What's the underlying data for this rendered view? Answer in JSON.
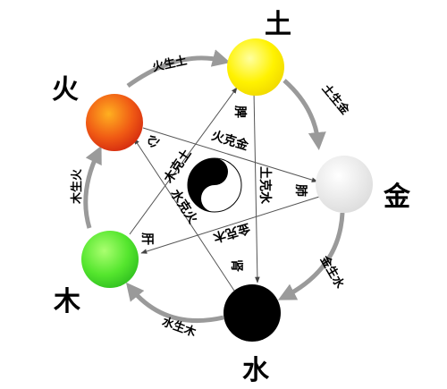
{
  "elements": {
    "fire": {
      "name": "火",
      "organ": "心",
      "color": "#e8401a"
    },
    "earth": {
      "name": "土",
      "organ": "脾",
      "color": "#ffee00"
    },
    "metal": {
      "name": "金",
      "organ": "肺",
      "color": "#e6e6e6"
    },
    "water": {
      "name": "水",
      "organ": "肾",
      "color": "#000000"
    },
    "wood": {
      "name": "木",
      "organ": "肝",
      "color": "#55e62e"
    }
  },
  "generating": {
    "fire_earth": "火生土",
    "earth_metal": "土生金",
    "metal_water": "金生水",
    "water_wood": "水生木",
    "wood_fire": "木生火"
  },
  "controlling": {
    "fire_metal": "火克金",
    "metal_wood": "金克木",
    "wood_earth": "木克土",
    "earth_water": "土克水",
    "water_fire": "水克火"
  },
  "colors": {
    "cycle_arrow": "#9a9a9a",
    "star_line": "#555555"
  }
}
